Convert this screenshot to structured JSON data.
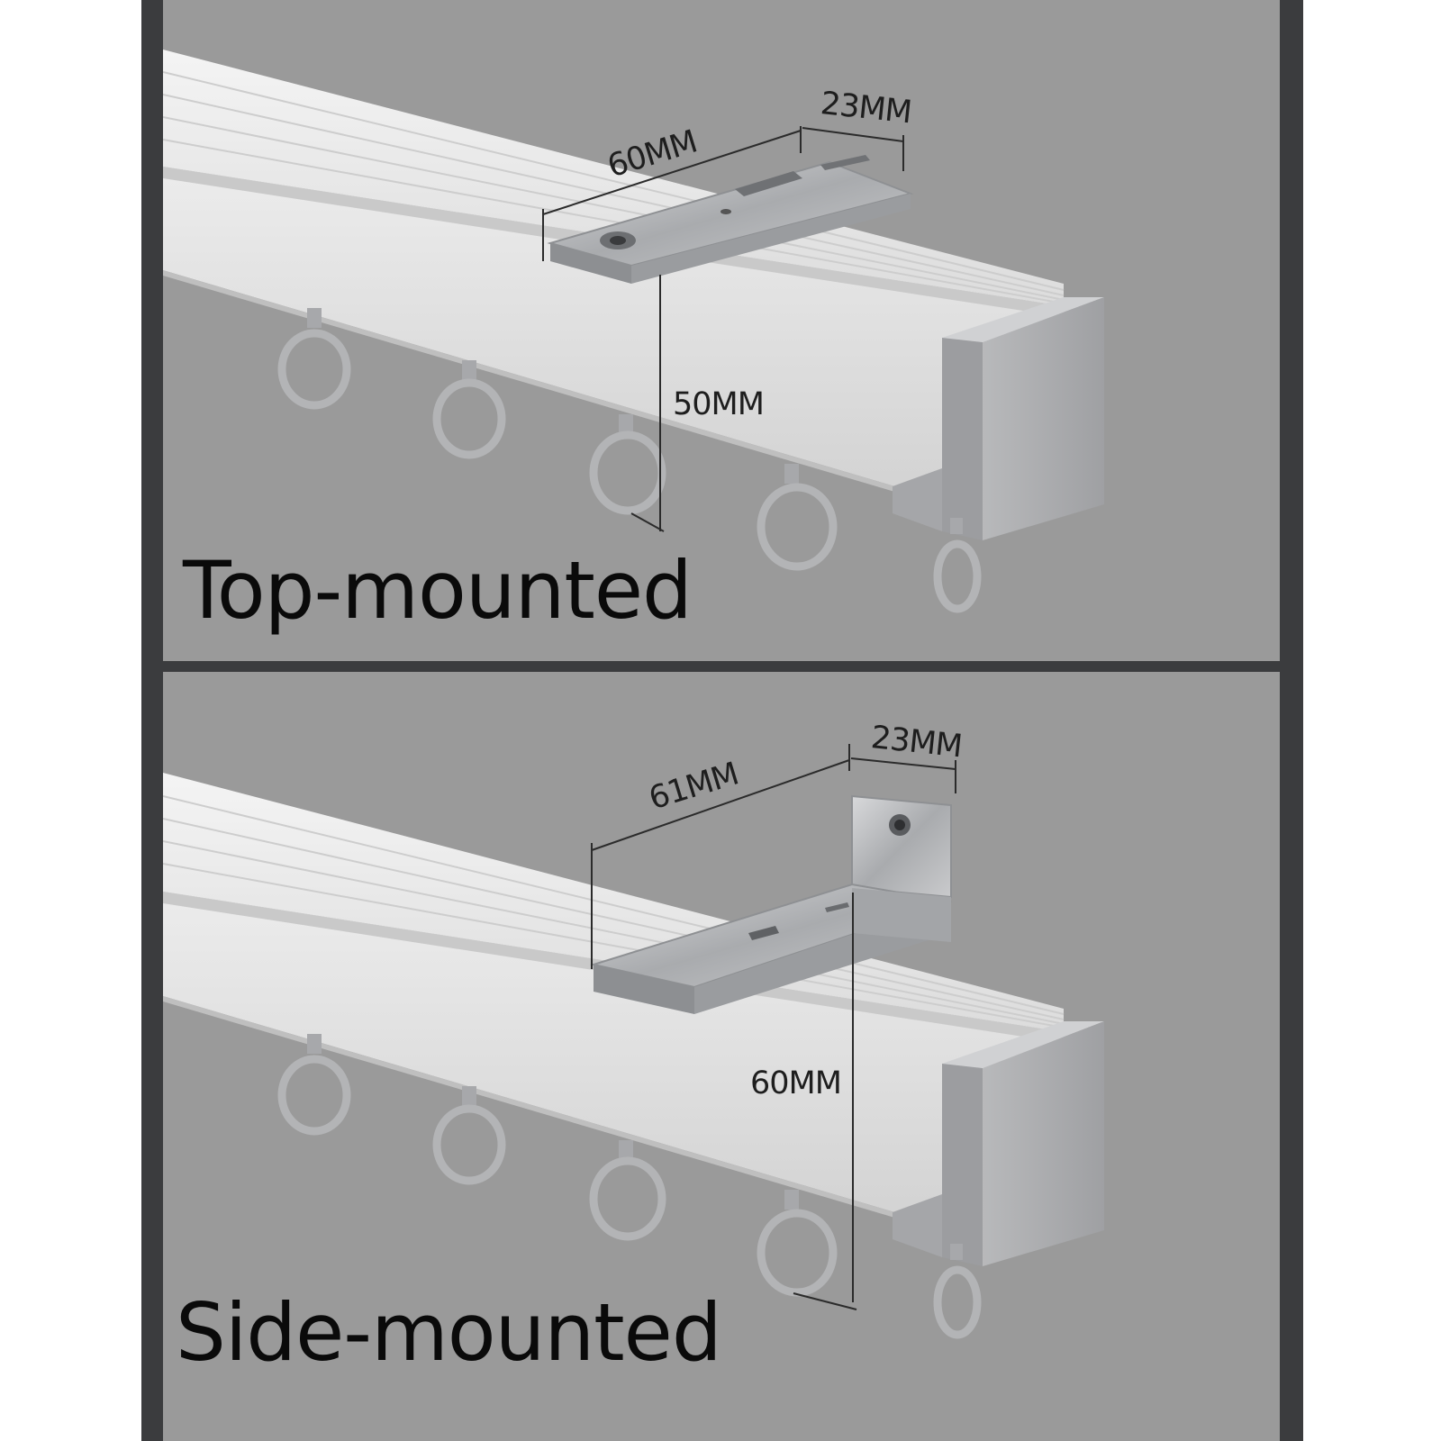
{
  "panels": [
    {
      "title": "Top-mounted",
      "dimensions": {
        "length": "60MM",
        "width": "23MM",
        "height": "50MM"
      }
    },
    {
      "title": "Side-mounted",
      "dimensions": {
        "length": "61MM",
        "width": "23MM",
        "height": "60MM"
      }
    }
  ],
  "colors": {
    "background": "#9a9a9a",
    "frame": "#3b3c3e",
    "rail": "#e6e6e6",
    "bracket": "#b4b6b9",
    "label": "#1e1e1e"
  },
  "icons": [
    "rail-icon",
    "bracket-icon",
    "end-cap-icon",
    "ring-hook-icon"
  ]
}
